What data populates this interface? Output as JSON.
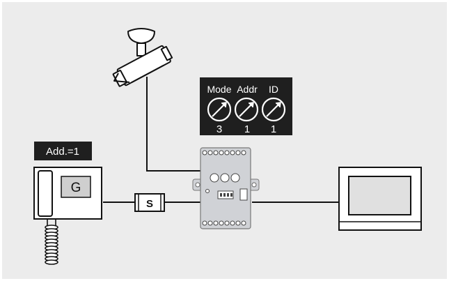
{
  "panel": {
    "labels": [
      "Mode",
      "Addr",
      "ID"
    ],
    "values": [
      "3",
      "1",
      "1"
    ]
  },
  "indoor_badge": "Add.=1",
  "indoor_station_key": "G",
  "switch_label": "S",
  "colors": {
    "background": "#ececec",
    "panel": "#1f1f1f",
    "module_body": "#d0d2d6",
    "line": "#111111"
  }
}
